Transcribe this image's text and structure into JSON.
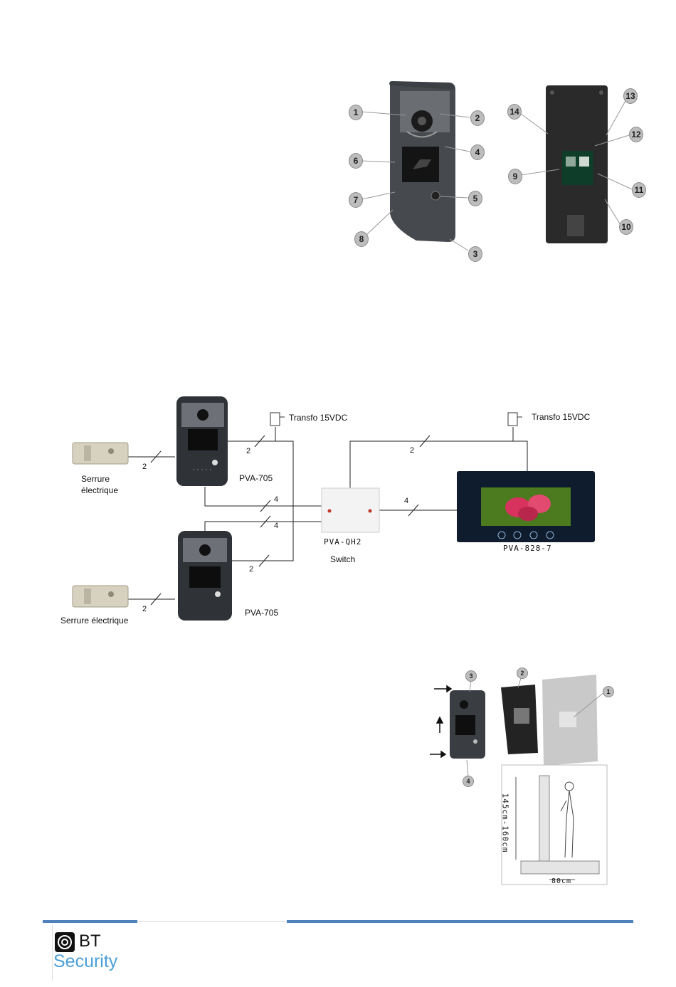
{
  "top_photo": {
    "callouts_front": [
      "1",
      "2",
      "4",
      "6",
      "7",
      "5",
      "8",
      "3"
    ],
    "callouts_back": [
      "14",
      "13",
      "12",
      "9",
      "11",
      "10"
    ]
  },
  "wiring": {
    "transfo_left": "Transfo 15VDC",
    "transfo_right": "Transfo 15VDC",
    "lock_top_label_1": "Serrure",
    "lock_top_label_2": "électrique",
    "lock_bottom_label": "Serrure électrique",
    "door_top_model": "PVA-705",
    "door_bottom_model": "PVA-705",
    "switch_model": "PVA-QH2",
    "switch_label": "Switch",
    "monitor_model": "PVA-828-7",
    "wire_counts": {
      "lock_top": "2",
      "door_top_power": "2",
      "monitor_power": "2",
      "door_top_bus": "4",
      "door_bottom_bus": "4",
      "monitor_bus": "4",
      "door_bottom_power": "2",
      "lock_bottom": "2"
    }
  },
  "install": {
    "callouts": [
      "3",
      "2",
      "1",
      "4"
    ],
    "height_label": "145cm-160cm",
    "distance_label": "80cm"
  },
  "footer": {
    "brand_top": "BT",
    "brand_bottom": "Security"
  }
}
